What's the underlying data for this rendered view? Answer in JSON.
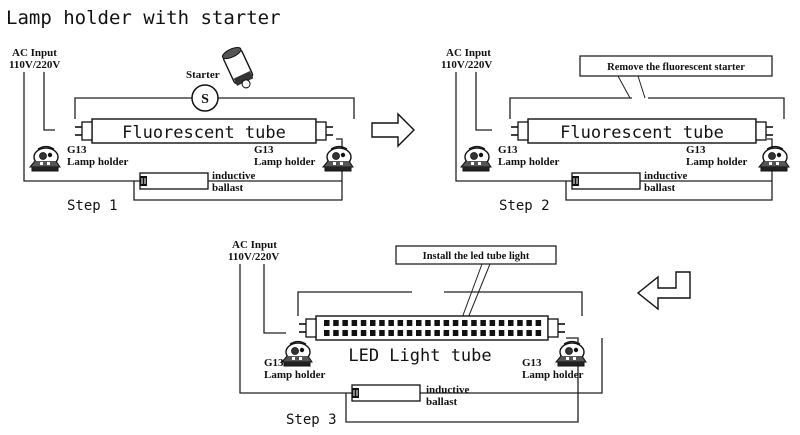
{
  "title": "Lamp holder with starter",
  "steps": [
    {
      "ac_input": "AC Input",
      "voltage": "110V/220V",
      "tube_label": "Fluorescent tube",
      "starter_label": "Starter",
      "starter_symbol": "S",
      "holder_type_left": "G13",
      "holder_label_left": "Lamp holder",
      "holder_type_right": "G13",
      "holder_label_right": "Lamp holder",
      "ballast_line1": "inductive",
      "ballast_line2": "ballast",
      "step_label": "Step 1"
    },
    {
      "ac_input": "AC Input",
      "voltage": "110V/220V",
      "callout": "Remove the fluorescent starter",
      "tube_label": "Fluorescent tube",
      "holder_type_left": "G13",
      "holder_label_left": "Lamp holder",
      "holder_type_right": "G13",
      "holder_label_right": "Lamp holder",
      "ballast_line1": "inductive",
      "ballast_line2": "ballast",
      "step_label": "Step 2"
    },
    {
      "ac_input": "AC Input",
      "voltage": "110V/220V",
      "callout": "Install the led tube light",
      "tube_label": "LED Light tube",
      "holder_type_left": "G13",
      "holder_label_left": "Lamp holder",
      "holder_type_right": "G13",
      "holder_label_right": "Lamp holder",
      "ballast_line1": "inductive",
      "ballast_line2": "ballast",
      "step_label": "Step 3"
    }
  ],
  "arrows": [
    {
      "name": "step1-to-step2-arrow",
      "direction": "right"
    },
    {
      "name": "step2-to-step3-arrow",
      "direction": "down-left"
    }
  ],
  "colors": {
    "ink": "#111111",
    "background": "#ffffff"
  },
  "icons": [
    "lamp-holder-icon",
    "starter-canister-icon",
    "ballast-icon",
    "hollow-arrow-icon"
  ]
}
